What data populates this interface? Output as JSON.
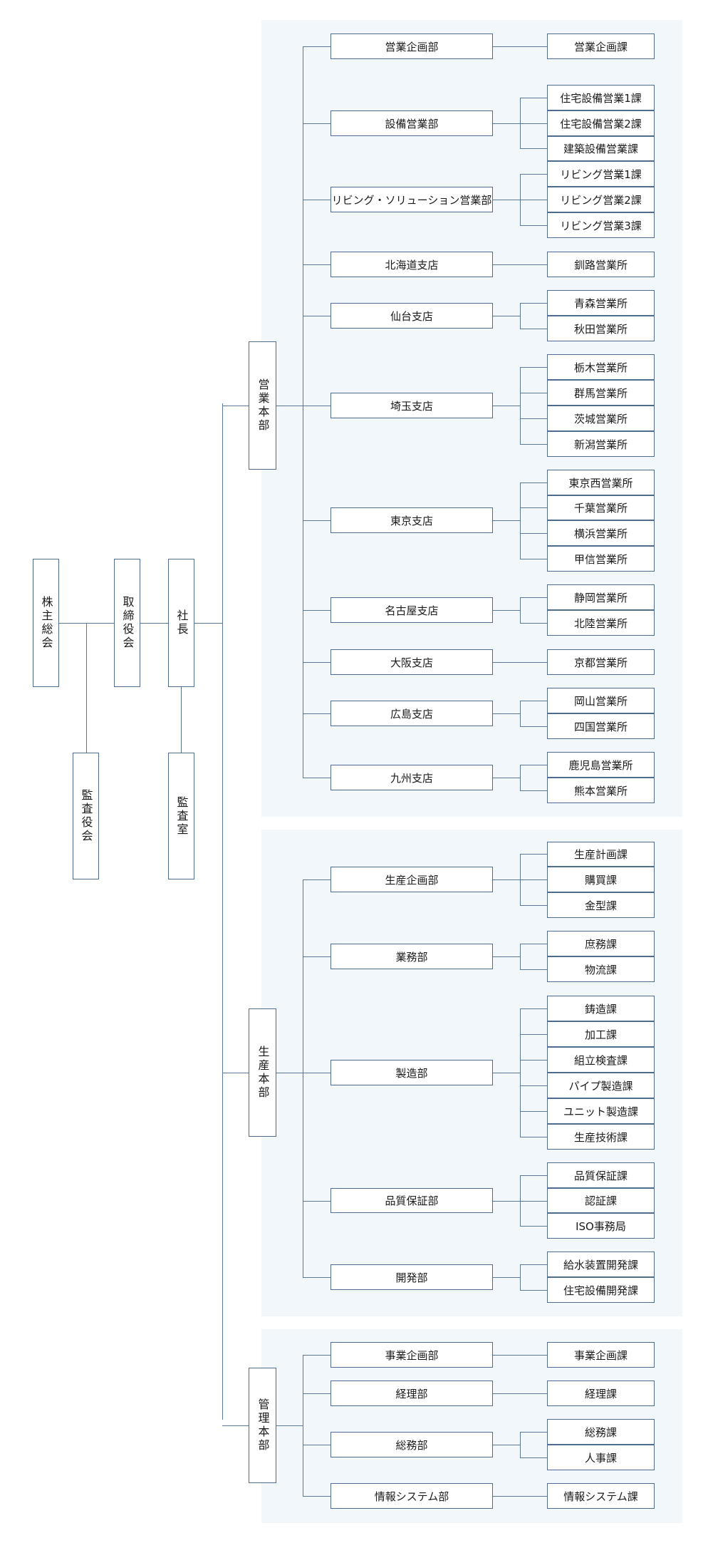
{
  "colors": {
    "line": "#5a7898",
    "border": "#4e6d8e",
    "panel": "#f2f7fc"
  },
  "top": {
    "shareholders": "株主総会",
    "auditors": "監査役会",
    "board": "取締役会",
    "president": "社長",
    "audit_office": "監査室"
  },
  "divisions": [
    {
      "name": "営業本部",
      "departments": [
        {
          "name": "営業企画部",
          "sections": [
            "営業企画課"
          ]
        },
        {
          "name": "設備営業部",
          "sections": [
            "住宅設備営業1課",
            "住宅設備営業2課",
            "建築設備営業課"
          ]
        },
        {
          "name": "リビング・ソリューション営業部",
          "sections": [
            "リビング営業1課",
            "リビング営業2課",
            "リビング営業3課"
          ]
        },
        {
          "name": "北海道支店",
          "sections": [
            "釧路営業所"
          ]
        },
        {
          "name": "仙台支店",
          "sections": [
            "青森営業所",
            "秋田営業所"
          ]
        },
        {
          "name": "埼玉支店",
          "sections": [
            "栃木営業所",
            "群馬営業所",
            "茨城営業所",
            "新潟営業所"
          ]
        },
        {
          "name": "東京支店",
          "sections": [
            "東京西営業所",
            "千葉営業所",
            "横浜営業所",
            "甲信営業所"
          ]
        },
        {
          "name": "名古屋支店",
          "sections": [
            "静岡営業所",
            "北陸営業所"
          ]
        },
        {
          "name": "大阪支店",
          "sections": [
            "京都営業所"
          ]
        },
        {
          "name": "広島支店",
          "sections": [
            "岡山営業所",
            "四国営業所"
          ]
        },
        {
          "name": "九州支店",
          "sections": [
            "鹿児島営業所",
            "熊本営業所"
          ]
        }
      ]
    },
    {
      "name": "生産本部",
      "departments": [
        {
          "name": "生産企画部",
          "sections": [
            "生産計画課",
            "購買課",
            "金型課"
          ]
        },
        {
          "name": "業務部",
          "sections": [
            "庶務課",
            "物流課"
          ]
        },
        {
          "name": "製造部",
          "sections": [
            "鋳造課",
            "加工課",
            "組立検査課",
            "パイプ製造課",
            "ユニット製造課",
            "生産技術課"
          ]
        },
        {
          "name": "品質保証部",
          "sections": [
            "品質保証課",
            "認証課",
            "ISO事務局"
          ]
        },
        {
          "name": "開発部",
          "sections": [
            "給水装置開発課",
            "住宅設備開発課"
          ]
        }
      ]
    },
    {
      "name": "管理本部",
      "departments": [
        {
          "name": "事業企画部",
          "sections": [
            "事業企画課"
          ]
        },
        {
          "name": "経理部",
          "sections": [
            "経理課"
          ]
        },
        {
          "name": "総務部",
          "sections": [
            "総務課",
            "人事課"
          ]
        },
        {
          "name": "情報システム部",
          "sections": [
            "情報システム課"
          ]
        }
      ]
    }
  ]
}
